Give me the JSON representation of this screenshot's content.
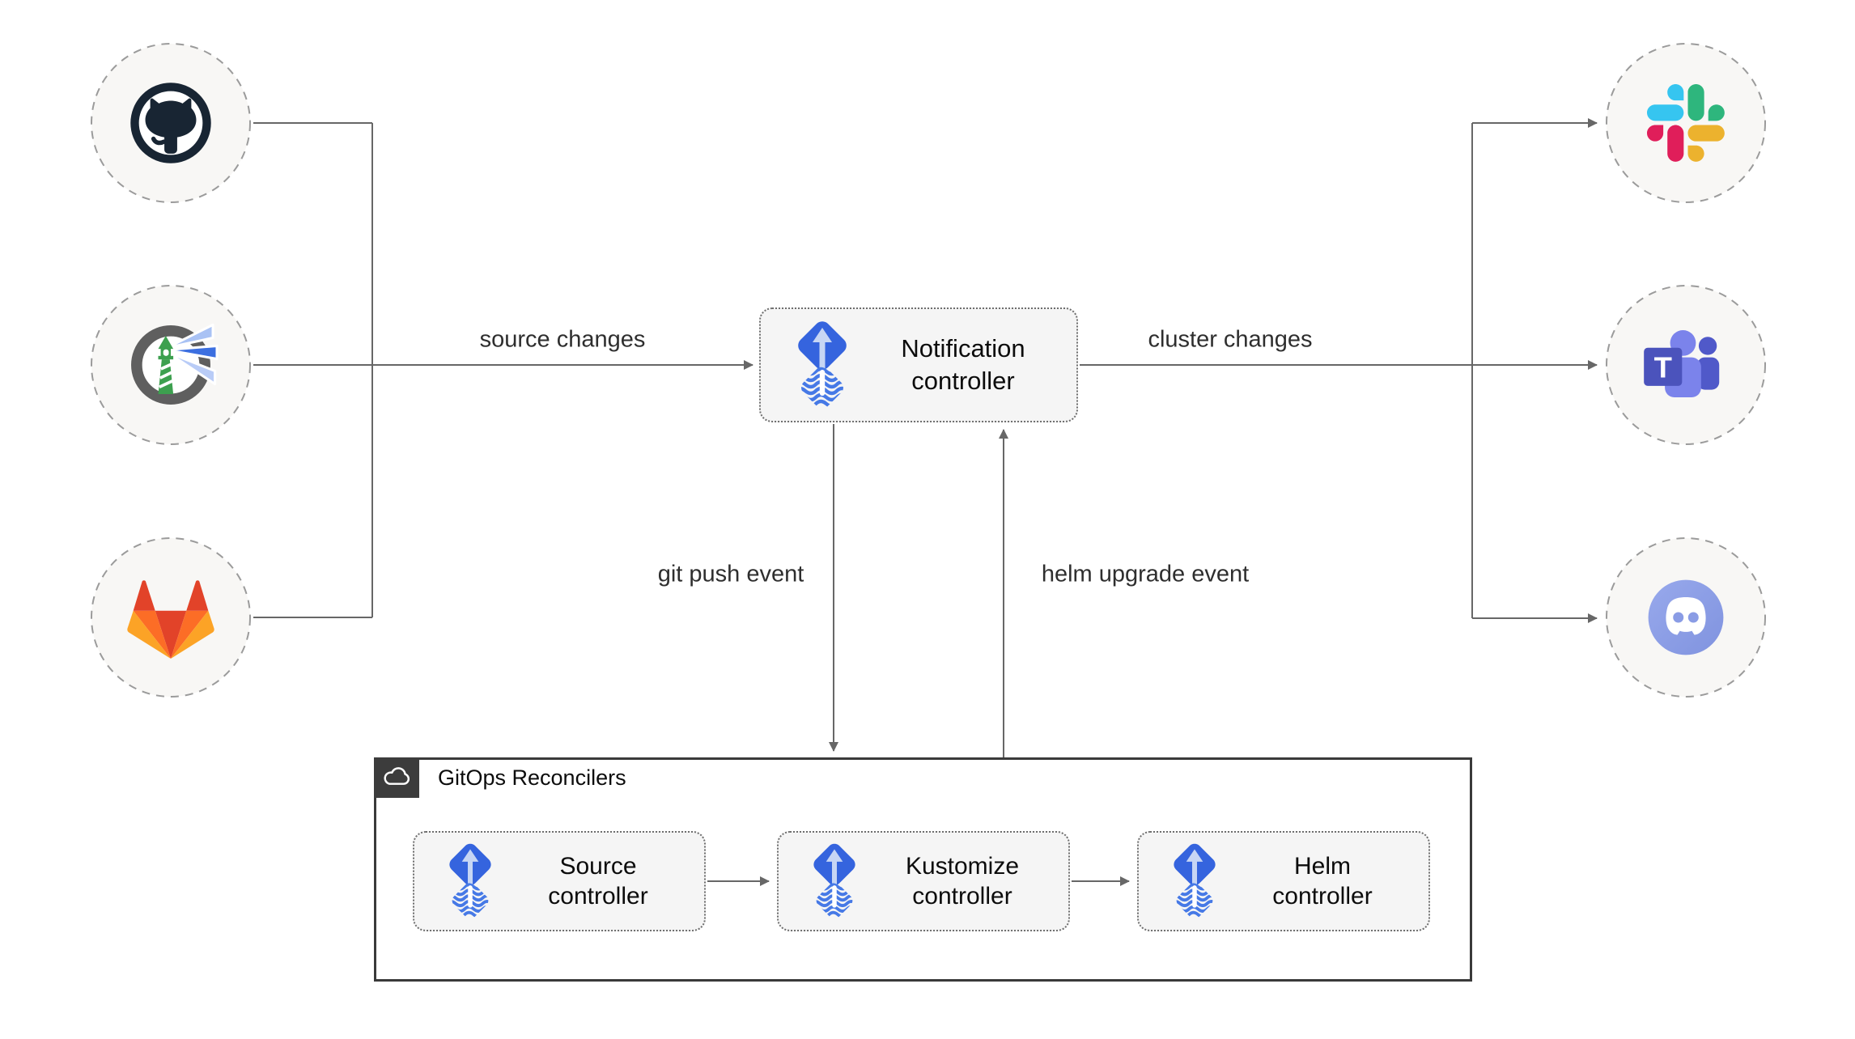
{
  "edge_labels": {
    "source_changes": "source changes",
    "cluster_changes": "cluster changes",
    "git_push_event": "git push event",
    "helm_upgrade_event": "helm upgrade event"
  },
  "notification_controller": {
    "line1": "Notification",
    "line2": "controller"
  },
  "reconcilers": {
    "title": "GitOps Reconcilers",
    "badge_icon": "cloud-icon",
    "controllers": [
      {
        "line1": "Source",
        "line2": "controller",
        "icon": "flux-icon"
      },
      {
        "line1": "Kustomize",
        "line2": "controller",
        "icon": "flux-icon"
      },
      {
        "line1": "Helm",
        "line2": "controller",
        "icon": "flux-icon"
      }
    ]
  },
  "icons": {
    "sources": [
      "github-icon",
      "harbor-lighthouse-icon",
      "gitlab-icon"
    ],
    "targets": [
      "slack-icon",
      "teams-icon",
      "discord-icon"
    ],
    "notification_icon": "flux-icon",
    "teams_letter": "T"
  },
  "colors": {
    "connector": "#676767",
    "box_fill": "#f5f5f5",
    "box_border": "#6e6e6e",
    "circle_fill": "#f8f7f5",
    "circle_border": "#9b9b9b",
    "container_border": "#3a3a3a",
    "badge_bg": "#3c3c3c",
    "flux_blue": "#3564de",
    "flux_stripe_blue": "#4679e6",
    "github_dark": "#182533",
    "gitlab_red": "#e24329",
    "gitlab_orange": "#fc6d26",
    "gitlab_yellow": "#fca326",
    "slack_blue": "#36C5F0",
    "slack_green": "#2EB67D",
    "slack_red": "#E01E5A",
    "slack_yellow": "#ECB22E",
    "teams_purple": "#4b53bc",
    "teams_lavender": "#7b83eb",
    "discord_blurple": "#8a9ce5",
    "harbor_green": "#3da04f",
    "text": "#0c0c0c"
  }
}
